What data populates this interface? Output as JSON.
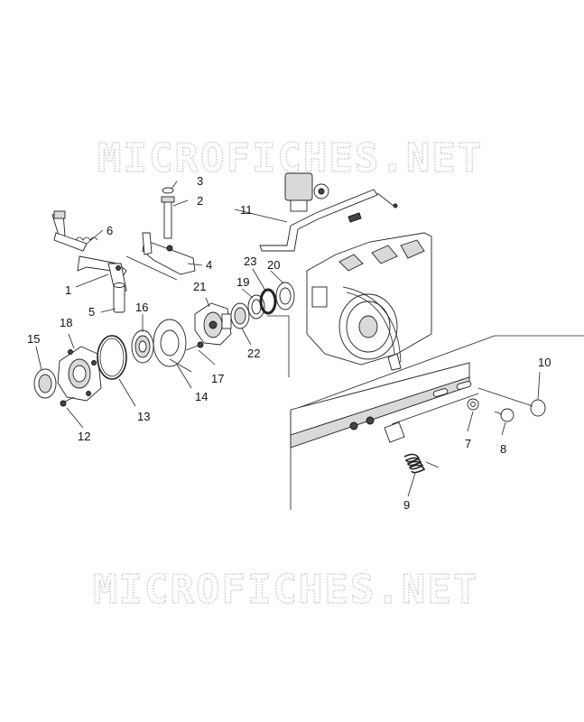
{
  "watermark": {
    "top": "MICROFICHES.NET",
    "bottom": "MICROFICHES.NET"
  },
  "callouts": [
    {
      "id": "c1",
      "text": "1"
    },
    {
      "id": "c2",
      "text": "2"
    },
    {
      "id": "c3",
      "text": "3"
    },
    {
      "id": "c4",
      "text": "4"
    },
    {
      "id": "c5",
      "text": "5"
    },
    {
      "id": "c6",
      "text": "6"
    },
    {
      "id": "c7",
      "text": "7"
    },
    {
      "id": "c8",
      "text": "8"
    },
    {
      "id": "c9",
      "text": "9"
    },
    {
      "id": "c10",
      "text": "10"
    },
    {
      "id": "c11",
      "text": "11"
    },
    {
      "id": "c12",
      "text": "12"
    },
    {
      "id": "c13",
      "text": "13"
    },
    {
      "id": "c14",
      "text": "14"
    },
    {
      "id": "c15",
      "text": "15"
    },
    {
      "id": "c16",
      "text": "16"
    },
    {
      "id": "c17",
      "text": "17"
    },
    {
      "id": "c18",
      "text": "18"
    },
    {
      "id": "c19",
      "text": "19"
    },
    {
      "id": "c20",
      "text": "20"
    },
    {
      "id": "c21",
      "text": "21"
    },
    {
      "id": "c22",
      "text": "22"
    },
    {
      "id": "c23",
      "text": "23"
    }
  ]
}
